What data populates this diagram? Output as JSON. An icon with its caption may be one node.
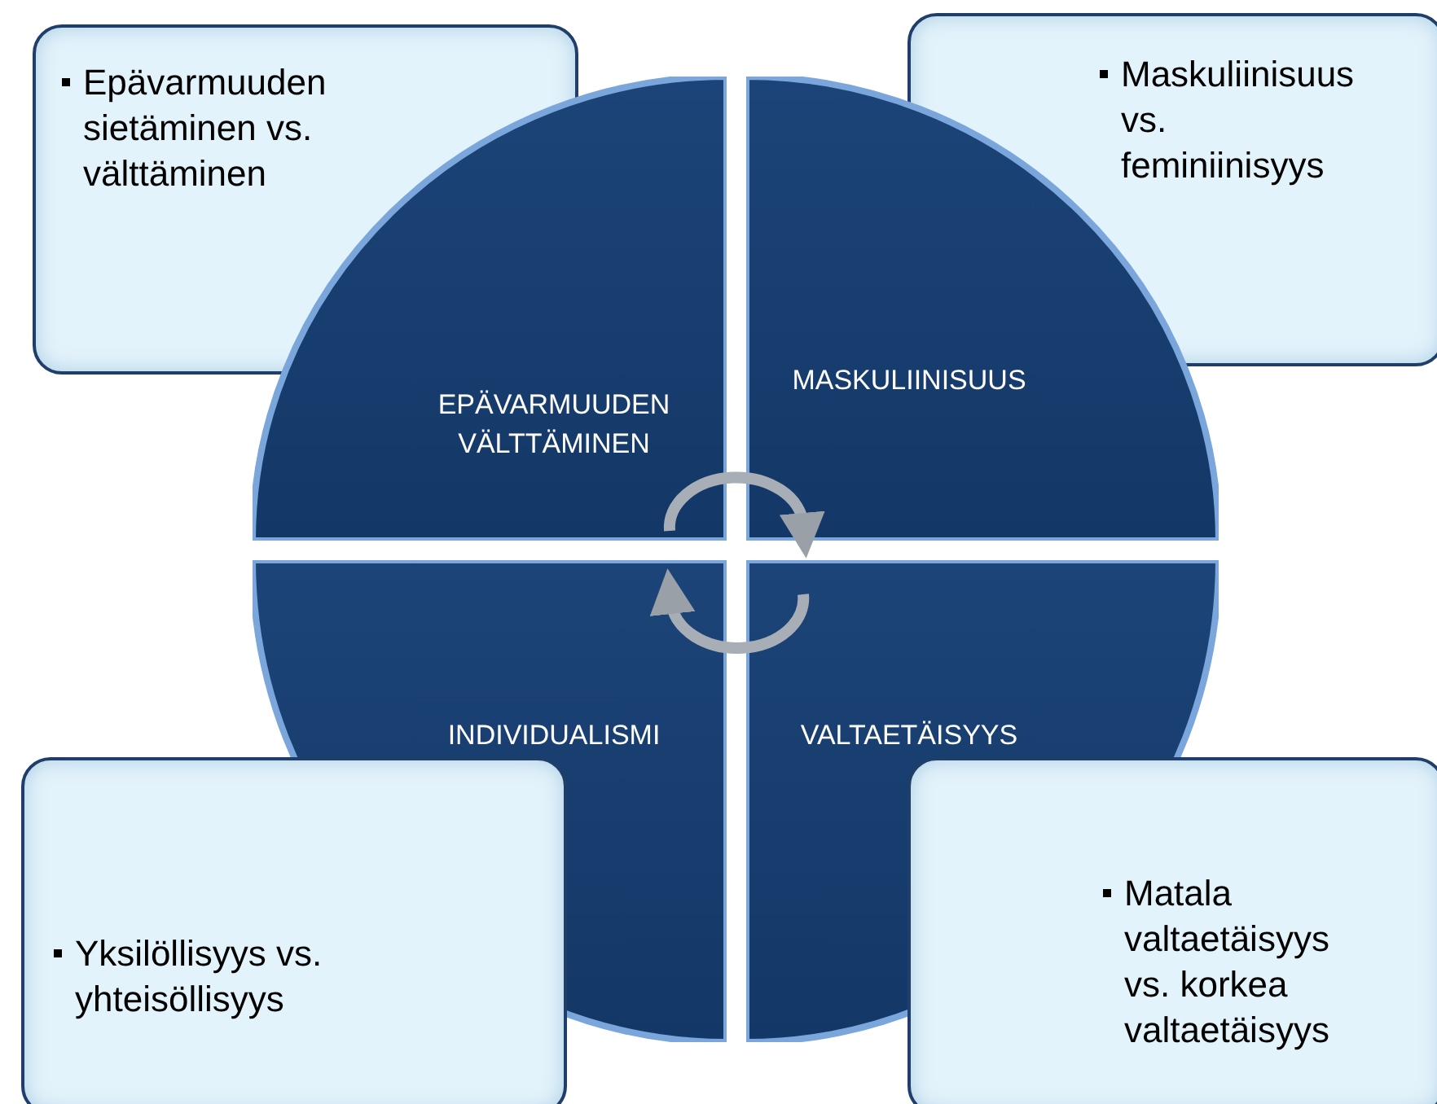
{
  "diagram": {
    "nodes": [
      {
        "text": [
          "Epävarmuuden sietäminen vs. välttäminen"
        ]
      },
      {
        "text": [
          "Maskuliinisuus vs. feminiinisyys"
        ]
      },
      {
        "text": [
          "EPÄVARMUUDEN VÄLTTÄMINEN"
        ]
      },
      {
        "text": [
          "MASKULIINISUUS"
        ]
      },
      {
        "text": [
          "INDIVIDUALISMI"
        ]
      },
      {
        "text": [
          "VALTAETÄISYYS"
        ]
      },
      {
        "text": [
          "Yksilöllisyys vs. yhteisöllisyys"
        ]
      },
      {
        "text": [
          "Matala valtaetäisyys vs. korkea valtaetäisyys"
        ]
      }
    ],
    "edges": [
      {
        "from": 2,
        "to": 3,
        "arrow": "to"
      },
      {
        "from": 5,
        "to": 4,
        "arrow": "to"
      }
    ]
  }
}
